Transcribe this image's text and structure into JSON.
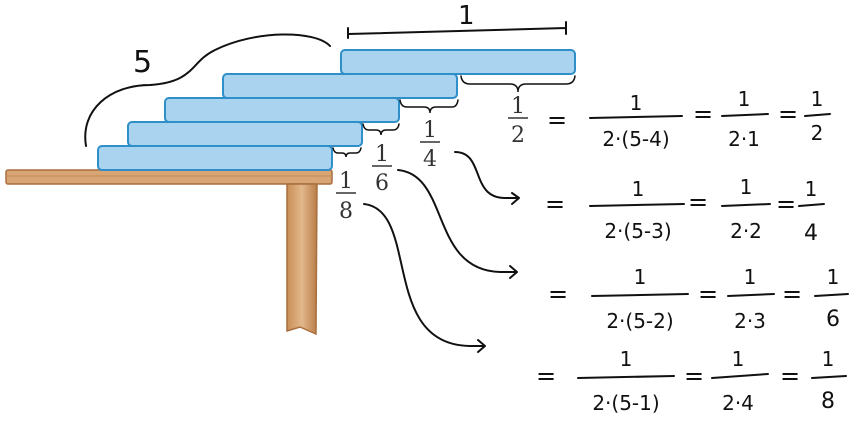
{
  "count_label": "5",
  "top_length_label": "1",
  "overhangs": [
    {
      "num": "1",
      "den": "2"
    },
    {
      "num": "1",
      "den": "4"
    },
    {
      "num": "1",
      "den": "6"
    },
    {
      "num": "1",
      "den": "8"
    }
  ],
  "equations": [
    {
      "eq1": "=",
      "n1": "1",
      "d1": "2·(5-4)",
      "eq2": "=",
      "n2": "1",
      "d2": "2·1",
      "eq3": "=",
      "n3": "1",
      "d3": "2"
    },
    {
      "eq1": "=",
      "n1": "1",
      "d1": "2·(5-3)",
      "eq2": "=",
      "n2": "1",
      "d2": "2·2",
      "eq3": "=",
      "n3": "1",
      "d3": "4"
    },
    {
      "eq1": "=",
      "n1": "1",
      "d1": "2·(5-2)",
      "eq2": "=",
      "n2": "1",
      "d2": "2·3",
      "eq3": "=",
      "n3": "1",
      "d3": "6"
    },
    {
      "eq1": "=",
      "n1": "1",
      "d1": "2·(5-1)",
      "eq2": "=",
      "n2": "1",
      "d2": "2·4",
      "eq3": "=",
      "n3": "1",
      "d3": "8"
    }
  ],
  "colors": {
    "block_fill": "#a9d3ef",
    "block_stroke": "#2f8fc8",
    "table_top": "#d9a574",
    "table_edge": "#a86f3e",
    "ink": "#111111"
  }
}
